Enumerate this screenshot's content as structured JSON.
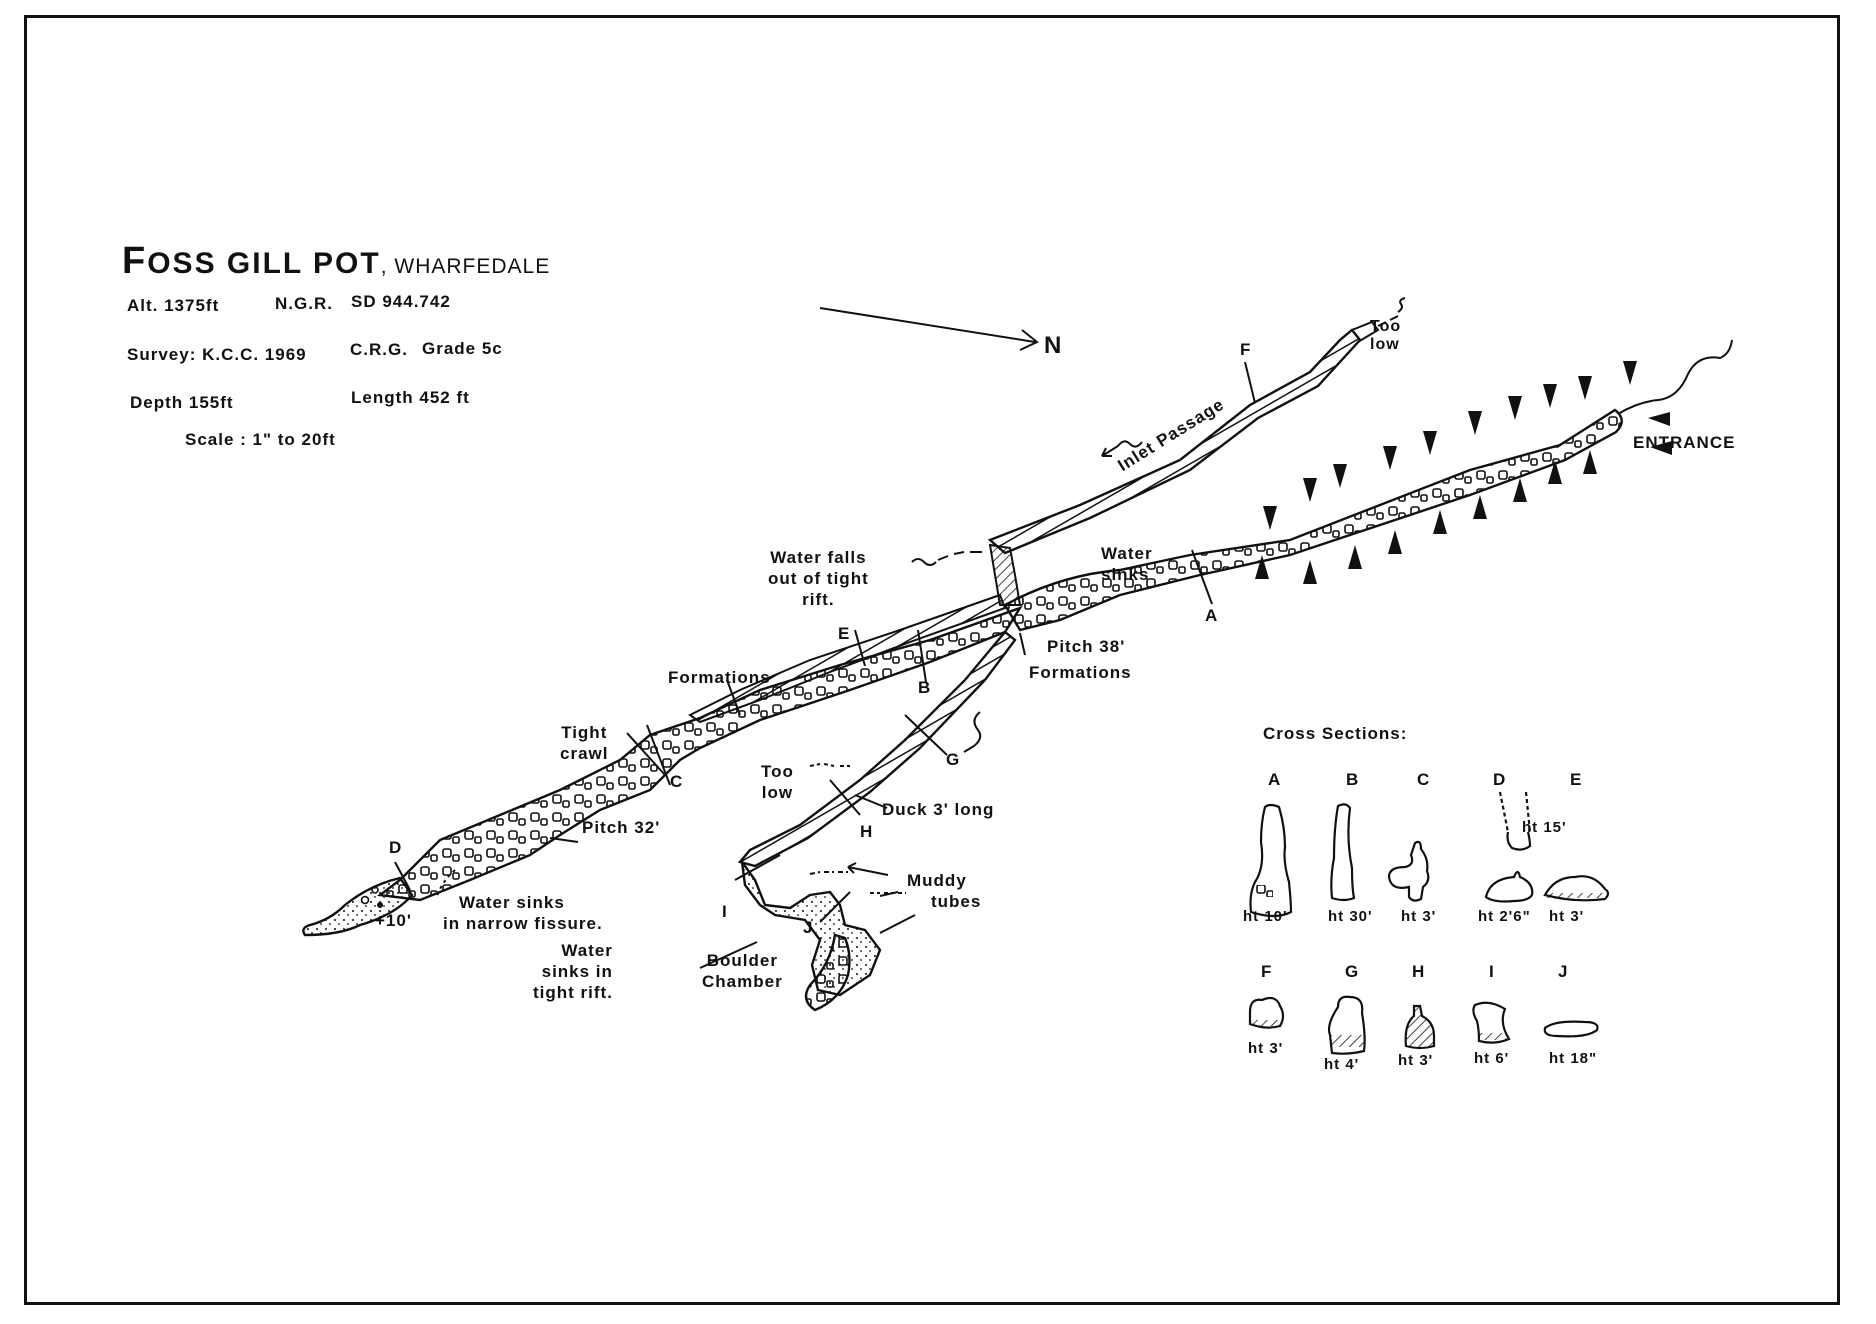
{
  "title": {
    "name_first": "F",
    "name_rest": "OSS GILL  POT",
    "region": ", WHARFEDALE"
  },
  "meta": {
    "altitude": "Alt. 1375ft",
    "ngr_label": "N.G.R.",
    "ngr_value": "SD 944.742",
    "survey": "Survey: K.C.C. 1969",
    "crg_label": "C.R.G.",
    "crg_grade": "Grade  5c",
    "depth": "Depth 155ft",
    "length": "Length   452 ft",
    "scale": "Scale : 1\" to 20ft"
  },
  "north_arrow": {
    "label": "N"
  },
  "annotations": {
    "too_low_top": [
      "Too",
      "low"
    ],
    "inlet_passage": "Inlet Passage",
    "entrance": "ENTRANCE",
    "water_falls": [
      "Water falls",
      "out of tight",
      "rift."
    ],
    "water_sinks": [
      "Water",
      "sinks"
    ],
    "pitch_38": "Pitch 38'",
    "formations_right": "Formations",
    "formations_left": "Formations",
    "tight_crawl": [
      "Tight",
      "crawl"
    ],
    "pitch_32": "Pitch 32'",
    "plus_10": "+10'",
    "water_sinks_fissure": [
      "Water  sinks",
      "in narrow fissure."
    ],
    "too_low_mid": [
      "Too",
      "low"
    ],
    "duck": "Duck 3' long",
    "muddy_tubes": [
      "Muddy",
      "tubes"
    ],
    "water_sinks_rift": [
      "Water",
      "sinks in",
      "tight rift."
    ],
    "boulder_chamber": [
      "Boulder",
      "Chamber"
    ]
  },
  "section_markers": [
    "A",
    "B",
    "C",
    "D",
    "E",
    "F",
    "G",
    "H",
    "I",
    "J"
  ],
  "cross_sections": {
    "heading": "Cross Sections:",
    "items": [
      {
        "id": "A",
        "height": "ht 10'"
      },
      {
        "id": "B",
        "height": "ht 30'"
      },
      {
        "id": "C",
        "height": "ht 3'"
      },
      {
        "id": "D",
        "height": "ht 2'6\"",
        "extra": "ht 15'"
      },
      {
        "id": "E",
        "height": "ht 3'"
      },
      {
        "id": "F",
        "height": "ht 3'"
      },
      {
        "id": "G",
        "height": "ht 4'"
      },
      {
        "id": "H",
        "height": "ht 3'"
      },
      {
        "id": "I",
        "height": "ht 6'"
      },
      {
        "id": "J",
        "height": "ht 18\""
      }
    ]
  },
  "colors": {
    "ink": "#111111",
    "paper": "#ffffff"
  }
}
